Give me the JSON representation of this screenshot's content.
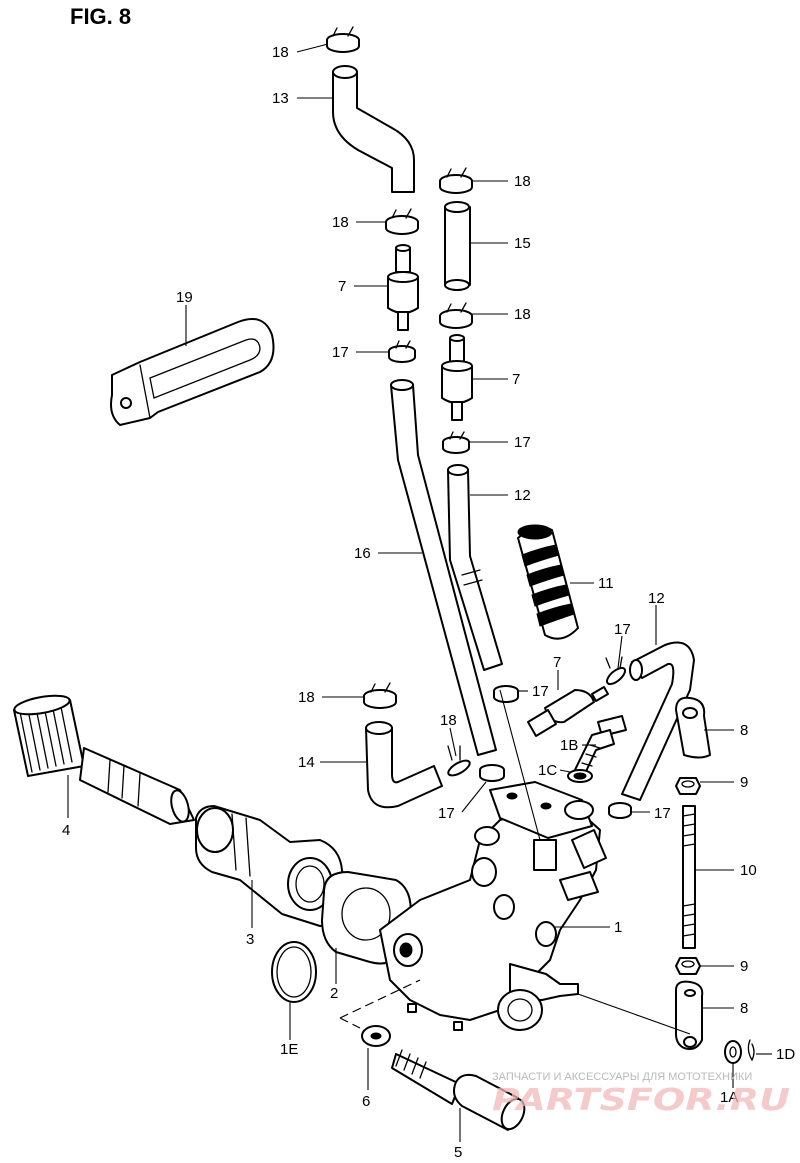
{
  "figure": {
    "title": "FIG. 8"
  },
  "labels": {
    "l18a": "18",
    "l13": "13",
    "l18b": "18",
    "l18c": "18",
    "l15": "15",
    "l7a": "7",
    "l18d": "18",
    "l19": "19",
    "l17a": "17",
    "l7b": "7",
    "l17b": "17",
    "l12a": "12",
    "l16": "16",
    "l11": "11",
    "l12b": "12",
    "l17c": "17",
    "l7c": "7",
    "l18e": "18",
    "l17d": "17",
    "l8a": "8",
    "l18f": "18",
    "l1B": "1B",
    "l4": "4",
    "l14": "14",
    "l1C": "1C",
    "l9a": "9",
    "l17e": "17",
    "l17f": "17",
    "l10": "10",
    "l1": "1",
    "l3": "3",
    "l9b": "9",
    "l2": "2",
    "l8b": "8",
    "l1E": "1E",
    "l1D": "1D",
    "l6": "6",
    "l1A": "1A",
    "l5": "5"
  },
  "watermark": {
    "caption": "ЗАПЧАСТИ И АКСЕССУАРЫ ДЛЯ МОТОТЕХНИКИ",
    "brand": "PARTSFOR.RU"
  }
}
